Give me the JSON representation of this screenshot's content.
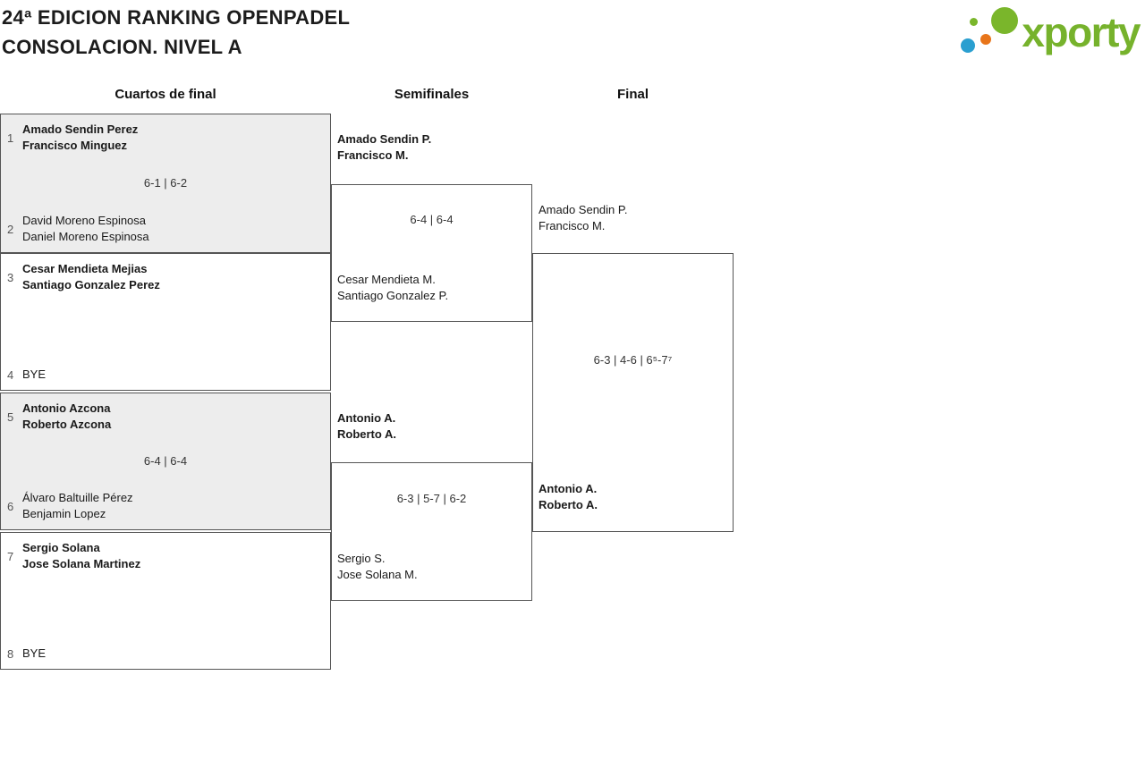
{
  "page": {
    "title_line1": "24ª EDICION RANKING OPENPADEL",
    "title_line2": "CONSOLACION. NIVEL A"
  },
  "logo": {
    "text": "xporty"
  },
  "round_headers": {
    "quarterfinals": "Cuartos de final",
    "semifinals": "Semifinales",
    "final": "Final"
  },
  "quarterfinals": [
    {
      "seed_top": "1",
      "top1": "Amado Sendin Perez",
      "top2": "Francisco Minguez",
      "score": "6-1 | 6-2",
      "seed_bottom": "2",
      "bottom1": "David Moreno Espinosa",
      "bottom2": "Daniel Moreno Espinosa"
    },
    {
      "seed_top": "3",
      "top1": "Cesar Mendieta Mejias",
      "top2": "Santiago Gonzalez Perez",
      "score": "",
      "seed_bottom": "4",
      "bottom1": "BYE",
      "bottom2": ""
    },
    {
      "seed_top": "5",
      "top1": "Antonio Azcona",
      "top2": "Roberto Azcona",
      "score": "6-4 | 6-4",
      "seed_bottom": "6",
      "bottom1": "Álvaro Baltuille Pérez",
      "bottom2": "Benjamin Lopez"
    },
    {
      "seed_top": "7",
      "top1": "Sergio Solana",
      "top2": "Jose Solana Martinez",
      "score": "",
      "seed_bottom": "8",
      "bottom1": "BYE",
      "bottom2": ""
    }
  ],
  "semifinals": [
    {
      "top1": "Amado Sendin P.",
      "top2": "Francisco M.",
      "score": "6-4 | 6-4",
      "bottom1": "Cesar Mendieta M.",
      "bottom2": "Santiago Gonzalez P."
    },
    {
      "top1": "Antonio A.",
      "top2": "Roberto A.",
      "score": "6-3 | 5-7 | 6-2",
      "bottom1": "Sergio S.",
      "bottom2": "Jose Solana M."
    }
  ],
  "final": {
    "top1": "Amado Sendin P.",
    "top2": "Francisco M.",
    "score": "6-3 | 4-6 | 6⁵-7⁷",
    "bottom1": "Antonio A.",
    "bottom2": "Roberto A."
  },
  "colors": {
    "brand_green": "#76b22c",
    "brand_orange": "#e8751a",
    "brand_blue": "#2a9fd0",
    "shaded_match_bg": "#ededed",
    "border": "#555555"
  }
}
